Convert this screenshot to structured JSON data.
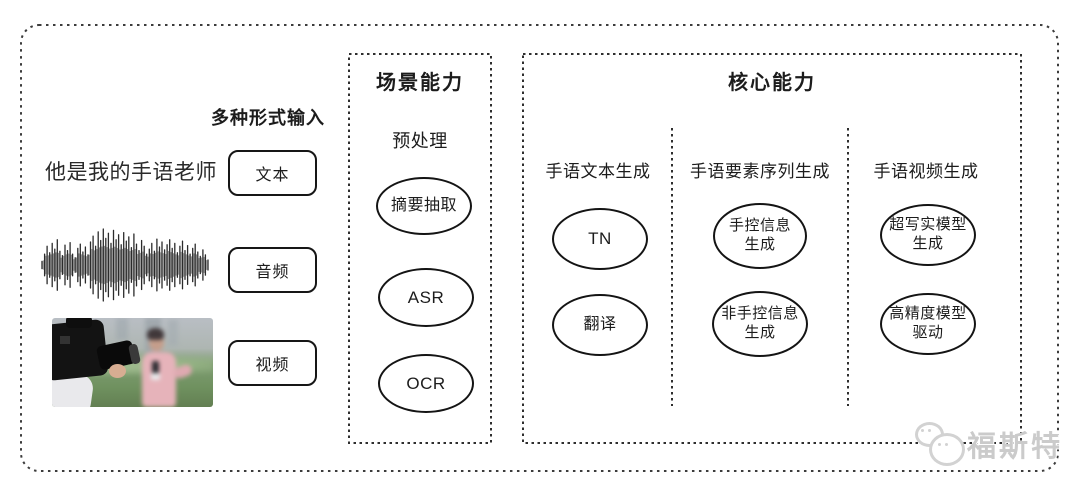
{
  "figure": {
    "background": "#ffffff",
    "line_color": "#1c1c1c",
    "watermark_color": "#cbcbcb"
  },
  "input_section": {
    "title": "多种形式输入",
    "sample_sentence": "他是我的手语老师",
    "inputs": [
      {
        "kind": "text",
        "label": "文本"
      },
      {
        "kind": "audio",
        "label": "音频"
      },
      {
        "kind": "video",
        "label": "视频"
      }
    ]
  },
  "scene_box": {
    "title": "场景能力",
    "stage_label": "预处理",
    "nodes": [
      {
        "lines": [
          "摘要抽取"
        ]
      },
      {
        "lines": [
          "ASR"
        ]
      },
      {
        "lines": [
          "OCR"
        ]
      }
    ]
  },
  "core_box": {
    "title": "核心能力",
    "columns": [
      {
        "header": "手语文本生成",
        "nodes": [
          {
            "lines": [
              "TN"
            ]
          },
          {
            "lines": [
              "翻译"
            ]
          }
        ]
      },
      {
        "header": "手语要素序列生成",
        "nodes": [
          {
            "lines": [
              "手控信息",
              "生成"
            ]
          },
          {
            "lines": [
              "非手控信息",
              "生成"
            ]
          }
        ]
      },
      {
        "header": "手语视频生成",
        "nodes": [
          {
            "lines": [
              "超写实模型",
              "生成"
            ]
          },
          {
            "lines": [
              "高精度模型",
              "驱动"
            ]
          }
        ]
      }
    ]
  },
  "watermark": {
    "icon": "camera-mascot-icon",
    "text": "福斯特"
  },
  "waveform": {
    "name": "audio-waveform",
    "peaks": [
      0.1,
      0.3,
      0.52,
      0.34,
      0.6,
      0.44,
      0.7,
      0.38,
      0.26,
      0.55,
      0.4,
      0.62,
      0.3,
      0.2,
      0.46,
      0.58,
      0.36,
      0.5,
      0.28,
      0.64,
      0.8,
      0.52,
      0.92,
      0.68,
      1.0,
      0.74,
      0.88,
      0.6,
      0.96,
      0.7,
      0.84,
      0.56,
      0.9,
      0.66,
      0.78,
      0.48,
      0.86,
      0.58,
      0.4,
      0.68,
      0.52,
      0.3,
      0.44,
      0.6,
      0.38,
      0.72,
      0.5,
      0.64,
      0.42,
      0.56,
      0.7,
      0.46,
      0.6,
      0.34,
      0.52,
      0.66,
      0.4,
      0.54,
      0.3,
      0.46,
      0.58,
      0.36,
      0.24,
      0.42,
      0.28,
      0.14
    ]
  }
}
